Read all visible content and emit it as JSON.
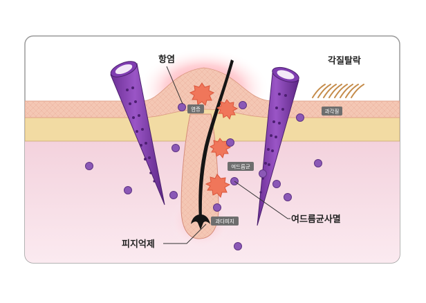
{
  "labels": {
    "anti_inflammatory": "항염",
    "keratin_exfoliation": "각질탈락",
    "inflammation": "염증",
    "hyperkeratosis": "과각질",
    "acne_bacteria": "여드름균",
    "acne_bacteria_kill": "여드름균사멸",
    "sebum_suppression": "피지억제",
    "excess_sebum": "과다피지"
  },
  "colors": {
    "dermis": "#f6d9df",
    "fat_band": "#f2dca6",
    "epidermis": "#f3c6b3",
    "glow": "#ff6f7e",
    "bacteria": "#f0765a",
    "dot": "#8b58b6",
    "needle": "#8a45b5",
    "tag": "#6e6e6e",
    "hair": "#151515",
    "keratin": "#c9914f"
  },
  "icons": [
    "microneedle-icon",
    "hair-icon",
    "acne-bacteria-icon",
    "keratin-flake-icon",
    "purple-particle-icon"
  ]
}
